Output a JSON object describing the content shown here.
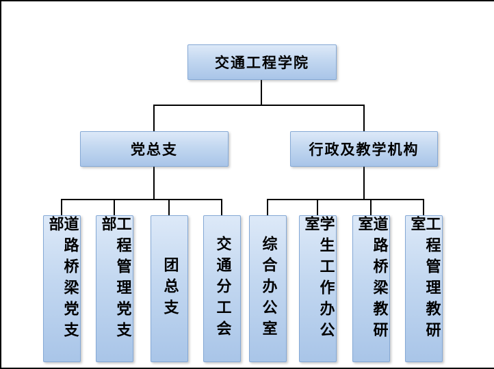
{
  "org": {
    "root": "交通工程学院",
    "branches": [
      {
        "label": "党总支",
        "children": [
          "道路桥梁党支部",
          "工程管理党支部",
          "团总支",
          "交通分工会"
        ]
      },
      {
        "label": "行政及教学机构",
        "children": [
          "综合办公室",
          "学生工作办公室",
          "道路桥梁教研室",
          "工程管理教研室"
        ]
      }
    ]
  },
  "colors": {
    "node_fill_top": "#dde9f8",
    "node_fill_bottom": "#a9c5e8",
    "node_border": "#84a8d5",
    "connector": "#000000",
    "background": "#ffffff"
  }
}
